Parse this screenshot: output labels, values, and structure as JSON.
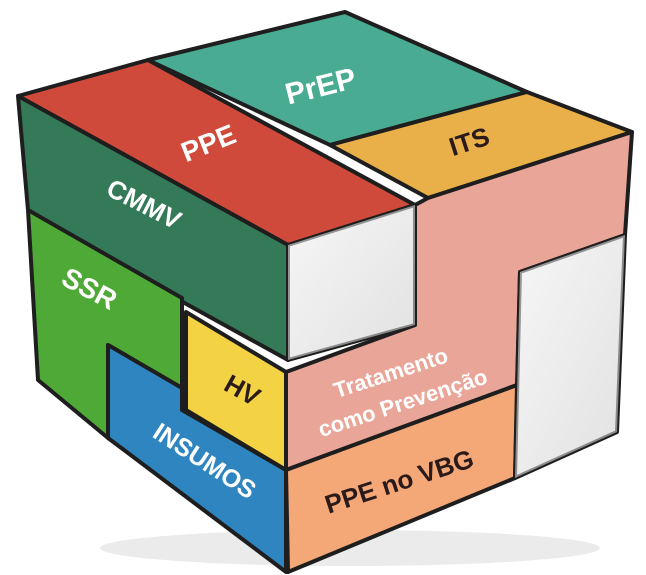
{
  "blocks": {
    "prep": {
      "label": "PrEP",
      "color": "#4aab93"
    },
    "its": {
      "label": "ITS",
      "color": "#e9b049"
    },
    "ppe": {
      "label": "PPE",
      "color": "#cf4a3b"
    },
    "cmmv": {
      "label": "CMMV",
      "color": "#357a58"
    },
    "ssr": {
      "label": "SSR",
      "color": "#4fa936"
    },
    "hv": {
      "label": "HV",
      "color": "#f3d243"
    },
    "insumos": {
      "label": "INSUMOS",
      "color": "#2e85c0"
    },
    "tratamento": {
      "label_line1": "Tratamento",
      "label_line2": "como Prevenção",
      "color": "#e9a698"
    },
    "ppe_vbg": {
      "label": "PPE no VBG",
      "color": "#f4a877"
    }
  },
  "colors": {
    "outline": "#1e1e1e",
    "empty_slot": "#ececec"
  }
}
